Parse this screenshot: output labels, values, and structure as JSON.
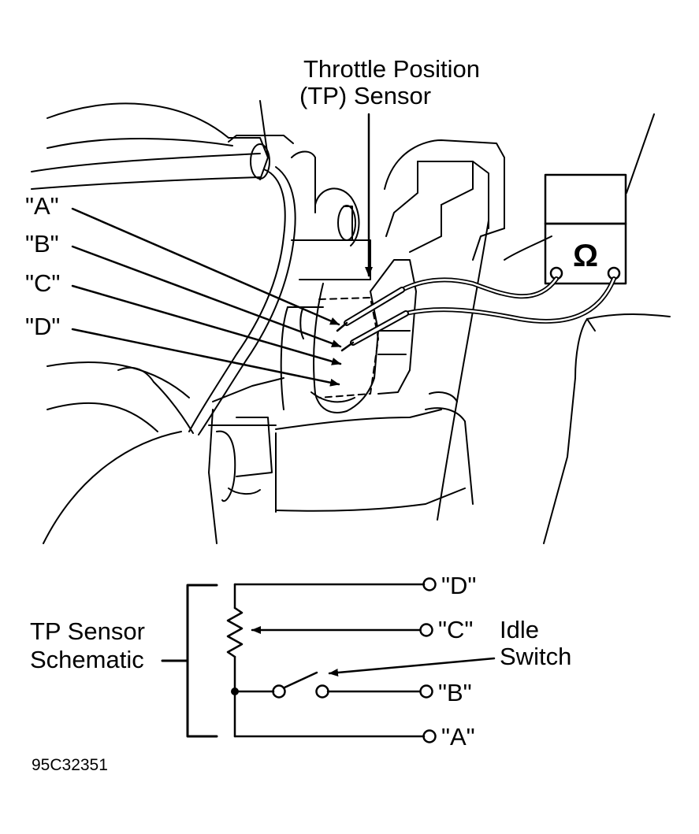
{
  "title": {
    "line1": "Throttle Position",
    "line2": "(TP) Sensor"
  },
  "callouts": {
    "a": "\"A\"",
    "b": "\"B\"",
    "c": "\"C\"",
    "d": "\"D\""
  },
  "meter_symbol": "Ω",
  "schematic": {
    "label_line1": "TP Sensor",
    "label_line2": "Schematic",
    "idle_line1": "Idle",
    "idle_line2": "Switch",
    "terminal_d": "\"D\"",
    "terminal_c": "\"C\"",
    "terminal_b": "\"B\"",
    "terminal_a": "\"A\""
  },
  "figure_id": "95C32351"
}
